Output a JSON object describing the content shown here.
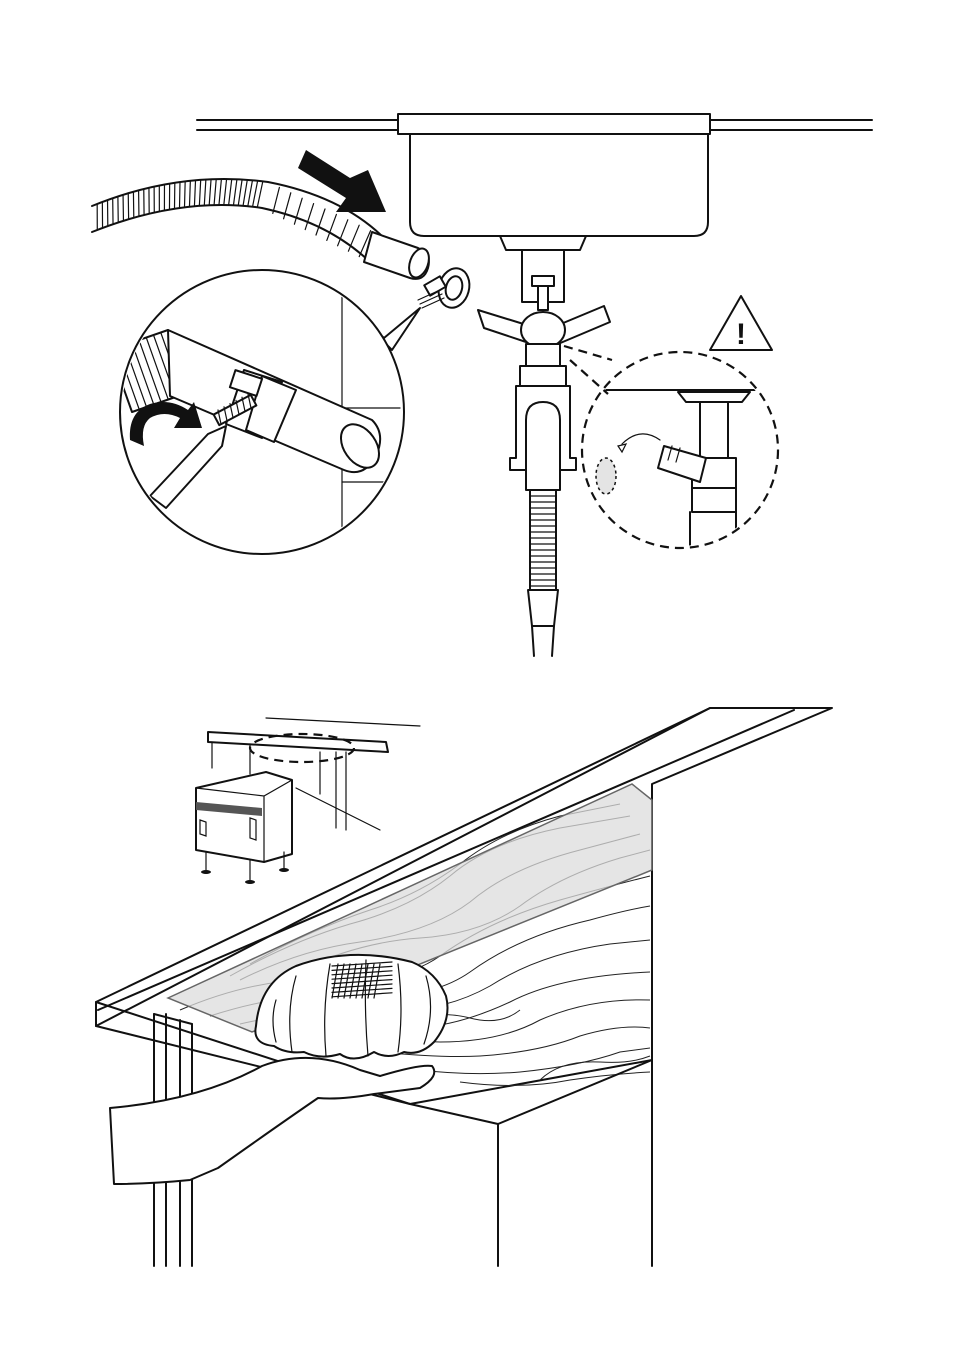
{
  "figures": [
    {
      "id": "hose-connection",
      "elements": [
        "sink-basin",
        "drain-siphon",
        "drain-hose",
        "hose-clamp",
        "screwdriver",
        "rotation-arrow",
        "insertion-arrow",
        "warning-triangle",
        "remove-plug-detail"
      ],
      "icons": {
        "warning": "exclamation-triangle-icon",
        "insert": "bold-arrow-icon",
        "rotate": "curved-arrow-icon"
      }
    },
    {
      "id": "condensation-protection",
      "elements": [
        "dishwasher-overview",
        "worktop-edge",
        "protective-foil",
        "cloth",
        "hand"
      ]
    }
  ],
  "colors": {
    "line": "#111111",
    "background": "#ffffff",
    "foil": "#dcdcdc",
    "wood_grain": "#222222"
  },
  "warning_symbol": "!"
}
